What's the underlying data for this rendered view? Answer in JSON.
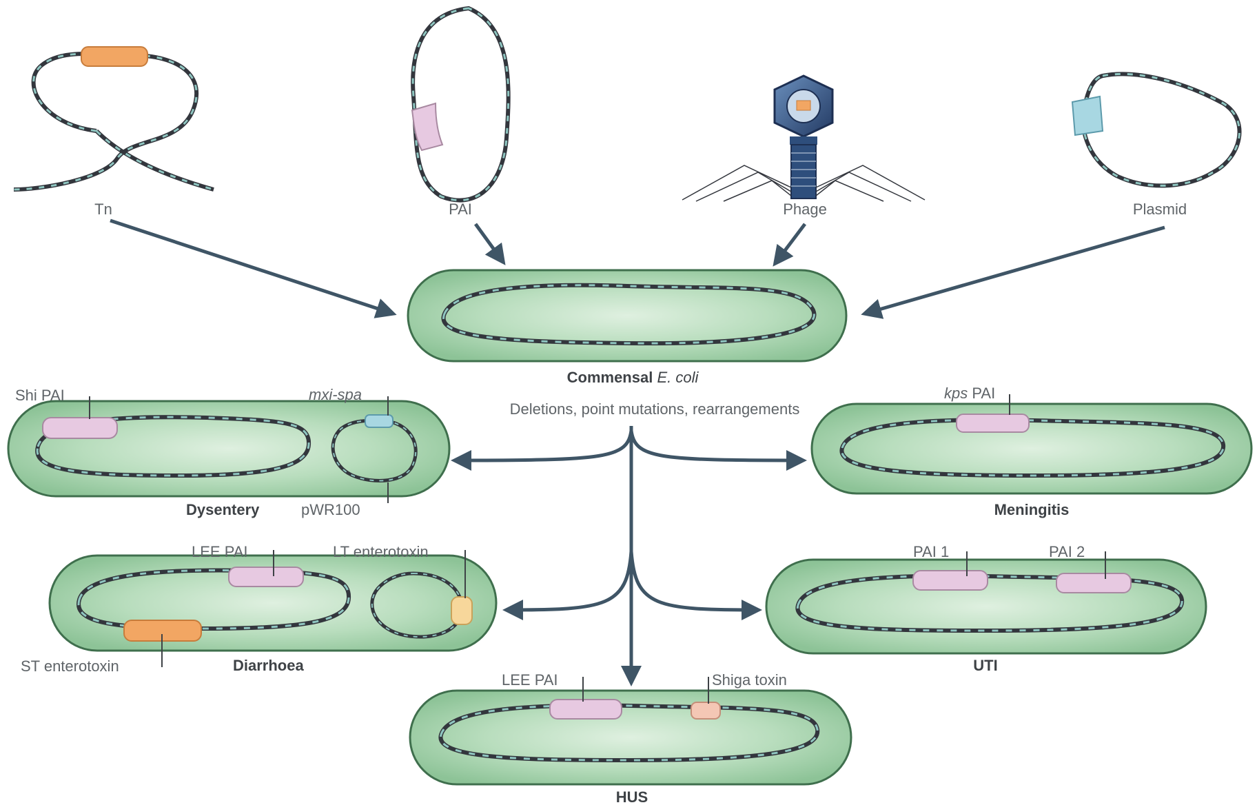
{
  "sources": {
    "tn": "Tn",
    "pai": "PAI",
    "phage": "Phage",
    "plasmid": "Plasmid"
  },
  "center": {
    "commensal_prefix": "Commensal ",
    "commensal_italic": "E. coli",
    "mutations": "Deletions, point mutations, rearrangements"
  },
  "dysentery": {
    "name": "Dysentery",
    "shi_pai": "Shi PAI",
    "mxi_spa": "mxi-spa",
    "pwr100": "pWR100"
  },
  "meningitis": {
    "name": "Meningitis",
    "kps_italic": "kps",
    "kps_suffix": " PAI"
  },
  "diarrhoea": {
    "name": "Diarrhoea",
    "lee_pai": "LEE PAI",
    "lt_enterotoxin": "LT enterotoxin",
    "st_enterotoxin": "ST enterotoxin"
  },
  "uti": {
    "name": "UTI",
    "pai1": "PAI 1",
    "pai2": "PAI 2"
  },
  "hus": {
    "name": "HUS",
    "lee_pai": "LEE PAI",
    "shiga_toxin": "Shiga toxin"
  },
  "colors": {
    "cell_fill": "#a9d6b0",
    "cell_stroke": "#3f6f4d",
    "dna_dark": "#33363d",
    "dna_light": "#8fc6c1",
    "arrow": "#3f5566",
    "orange_island": "#f2a663",
    "pink_island": "#e7c9e1",
    "blue_island": "#a8d7e2",
    "phage_blue": "#2e4e7c"
  }
}
